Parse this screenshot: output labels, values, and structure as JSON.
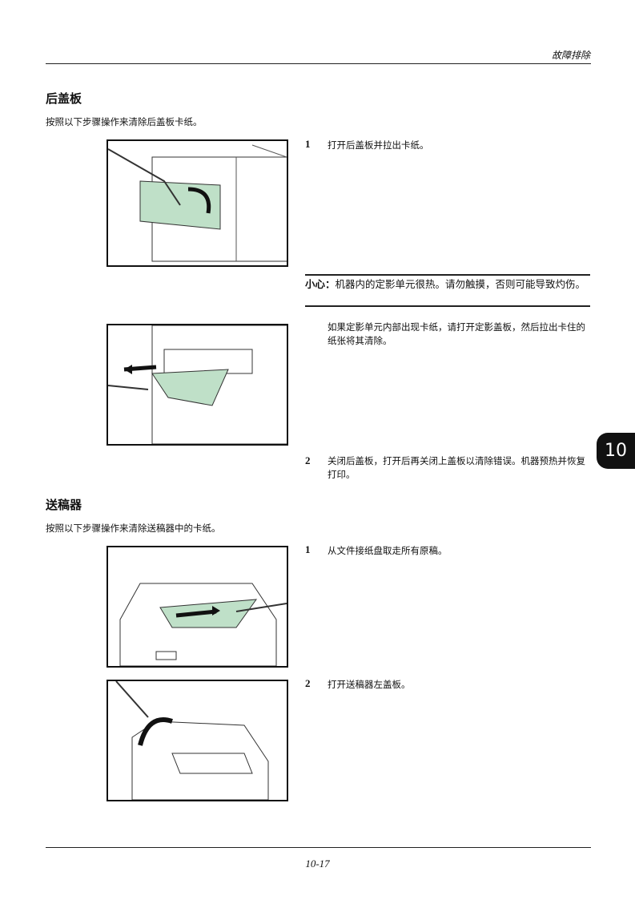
{
  "header": {
    "section": "故障排除"
  },
  "rear_cover": {
    "heading": "后盖板",
    "intro": "按照以下步骤操作来清除后盖板卡纸。",
    "step1": {
      "num": "1",
      "text": "打开后盖板并拉出卡纸。"
    },
    "caution": {
      "label": "小心：",
      "text": "机器内的定影单元很热。请勿触摸，否则可能导致灼伤。"
    },
    "note": "如果定影单元内部出现卡纸，请打开定影盖板，然后拉出卡住的纸张将其清除。",
    "step2": {
      "num": "2",
      "text": "关闭后盖板，打开后再关闭上盖板以清除错误。机器预热并恢复打印。"
    }
  },
  "feeder": {
    "heading": "送稿器",
    "intro": "按照以下步骤操作来清除送稿器中的卡纸。",
    "step1": {
      "num": "1",
      "text": "从文件接纸盘取走所有原稿。"
    },
    "step2": {
      "num": "2",
      "text": "打开送稿器左盖板。"
    }
  },
  "chapter_tab": "10",
  "footer": {
    "page": "10-17"
  },
  "colors": {
    "paper_jam": "#bfe0c8",
    "tab": "#111111"
  }
}
